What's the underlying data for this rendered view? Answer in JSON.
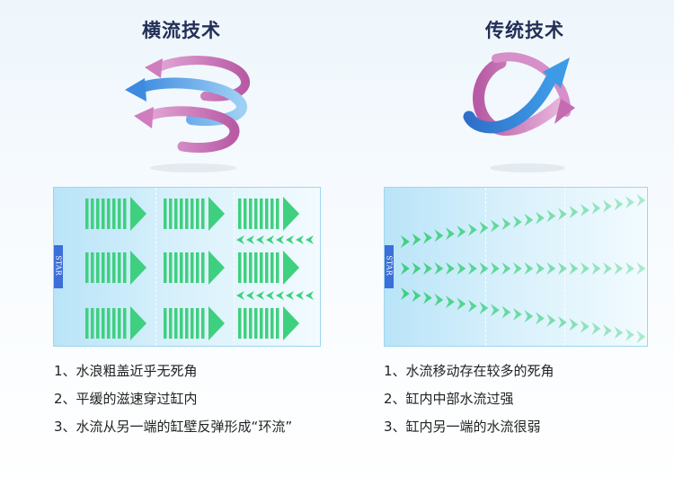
{
  "left": {
    "title": "横流技术",
    "tank_label": "STAR",
    "notes": [
      "1、水浪粗盖近乎无死角",
      "2、平缓的滋速穿过缸内",
      "3、水流从另一端的缸壁反弹形成“环流”"
    ]
  },
  "right": {
    "title": "传统技术",
    "tank_label": "STAR",
    "notes": [
      "1、水流移动存在较多的死角",
      "2、缸内中部水流过强",
      "3、缸内另一端的水流很弱"
    ]
  },
  "colors": {
    "title": "#232f56",
    "arrow_green": "#3fd07f",
    "swirl_blue": "#3f8fd8",
    "swirl_pink": "#c768b0",
    "star_tab": "#3b6fd9"
  }
}
